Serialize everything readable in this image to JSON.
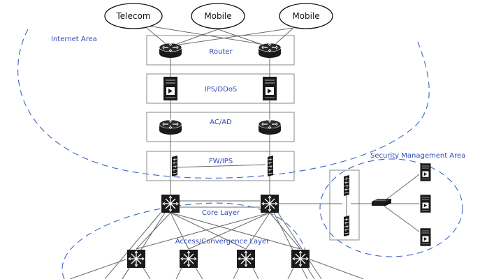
{
  "clouds": [
    {
      "label": "Telecom"
    },
    {
      "label": "Mobile"
    },
    {
      "label": "Mobile"
    }
  ],
  "areas": {
    "internet": "Internet Area",
    "security": "Security Management Area"
  },
  "layers": {
    "router": "Router",
    "ips_ddos": "IPS/DDoS",
    "ac_ad": "AC/AD",
    "fw_ips": "FW/IPS",
    "core": "Core Layer",
    "access": "Access/Convergence Layer"
  },
  "icons": {
    "router": "router-icon",
    "server": "server-icon",
    "firewall": "firewall-icon",
    "core_switch": "core-switch-icon",
    "access_switch": "access-switch-icon",
    "hub": "hub-switch-icon"
  },
  "colors": {
    "label": "#2f49b8",
    "dash": "#3b63c9",
    "line": "#6a6a6a",
    "device": "#111111"
  }
}
